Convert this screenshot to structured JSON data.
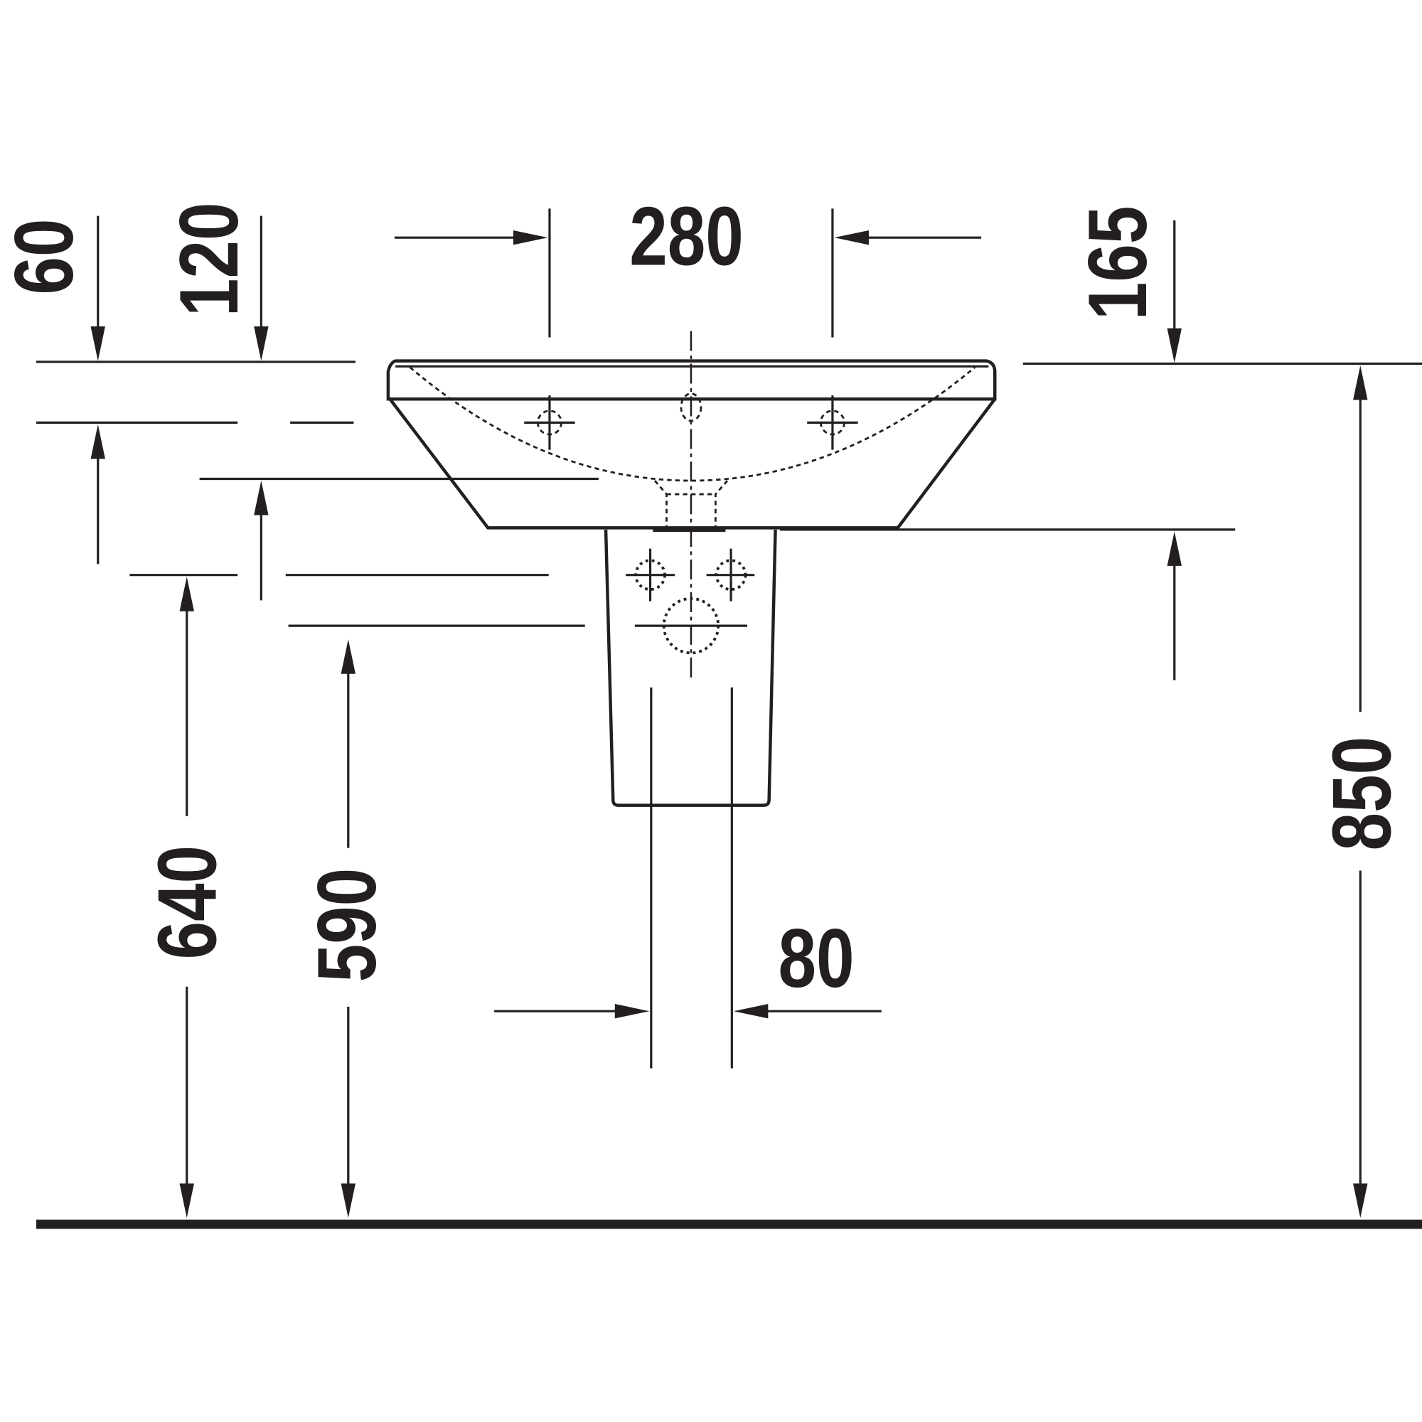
{
  "drawing": {
    "title": "Washbasin with semi-pedestal dimension drawing",
    "ink_color": "#231f20",
    "background": "#ffffff",
    "dimensions": {
      "rim_to_tap_hole": "60",
      "rim_to_bowl_bottom": "120",
      "tap_hole_spacing": "280",
      "rim_to_pedestal_top": "165",
      "rim_height": "850",
      "supply_height": "640",
      "waste_height": "590",
      "supply_spacing": "80"
    }
  }
}
